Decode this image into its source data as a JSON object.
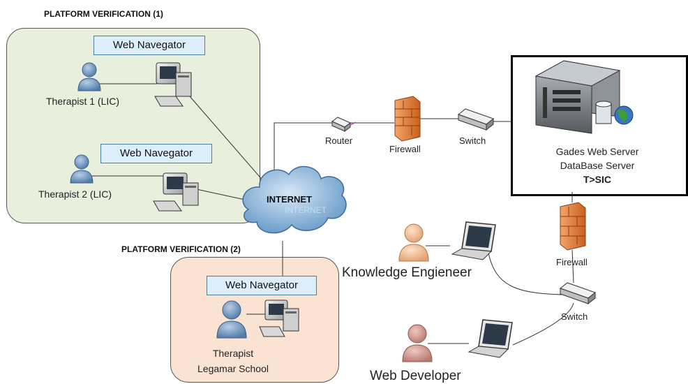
{
  "platform1": {
    "title": "PLATFORM VERIFICATION (1)"
  },
  "platform2": {
    "title": "PLATFORM VERIFICATION (2)"
  },
  "nav1": "Web Navegator",
  "nav2": "Web Navegator",
  "nav3": "Web Navegator",
  "therapist1": "Therapist 1 (LIC)",
  "therapist2": "Therapist 2 (LIC)",
  "therapist3_line1": "Therapist",
  "therapist3_line2": "Legamar School",
  "internet": "INTERNET",
  "internet_ghost": "INTERNET",
  "router": "Router",
  "firewall1": "Firewall",
  "switch1": "Switch",
  "firewall2": "Firewall",
  "switch2": "Switch",
  "server_line1": "Gades Web Server",
  "server_line2": "DataBase Server",
  "server_line3": "T>SIC",
  "knowledge_engineer": "Knowledge Engieneer",
  "web_developer": "Web Developer",
  "colors": {
    "region1_fill": "#e8efdc",
    "region2_fill": "#fbe3d4",
    "person_blue": "#7fa1c9",
    "person_peach": "#f6c7a2",
    "person_rose": "#d9a19a",
    "cloud": "#8fb9dc",
    "firewall": "#e8863a"
  }
}
